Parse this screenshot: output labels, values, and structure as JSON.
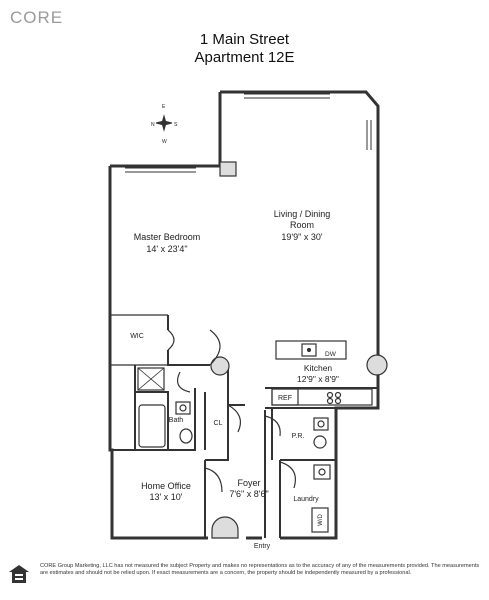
{
  "brand": "CORE",
  "title": {
    "line1": "1 Main Street",
    "line2": "Apartment 12E"
  },
  "compass": {
    "n": "N",
    "s": "S",
    "e": "E",
    "w": "W"
  },
  "rooms": {
    "living": {
      "name1": "Living / Dining",
      "name2": "Room",
      "dims": "19'9\" x 30'"
    },
    "master": {
      "name": "Master Bedroom",
      "dims": "14' x 23'4\""
    },
    "wic": {
      "name": "WIC"
    },
    "kitchen": {
      "name": "Kitchen",
      "dims": "12'9\" x 8'9\""
    },
    "dw": {
      "name": "DW"
    },
    "ref": {
      "name": "REF"
    },
    "bath": {
      "name": "Bath"
    },
    "cl": {
      "name": "CL"
    },
    "pr": {
      "name": "P.R."
    },
    "office": {
      "name": "Home Office",
      "dims": "13' x 10'"
    },
    "foyer": {
      "name": "Foyer",
      "dims": "7'6\" x 8'6\""
    },
    "laundry": {
      "name": "Laundry"
    },
    "wd": {
      "name": "W/D"
    },
    "entry": {
      "name": "Entry"
    }
  },
  "disclaimer": "CORE Group Marketing, LLC has not measured the subject Property and makes no representations as to the accuracy of any of the measurements provided. The measurements are estimates and should not be relied upon. If exact measurements are a concern, the property should be independently measured by a professional."
}
